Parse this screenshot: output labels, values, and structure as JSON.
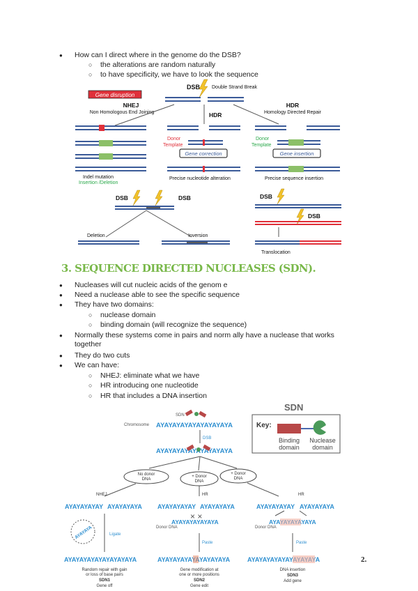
{
  "top_bullets": {
    "q": "How can I direct where in the genome do the DSB?",
    "sub1": "the alterations are random naturally",
    "sub2": "to have specificity, we have to look the sequence"
  },
  "dsb_figure": {
    "gene_disruption": "Gene disruption",
    "dsb": "DSB",
    "double_strand_break": "Double Strand Break",
    "nhej": "NHEJ",
    "nhej_full": "Non Homologous End Joining",
    "hdr": "HDR",
    "hdr_full": "Homology Directed Repair",
    "donor": "Donor",
    "template": "Template",
    "gene_correction": "Gene correction",
    "gene_insertion": "Gene insertion",
    "indel": "Indel mutation",
    "ins_del": "Insertion /Deletion",
    "precise_alt": "Precise nucleotide alteration",
    "precise_ins": "Precise sequence insertion",
    "deletion": "Deletion",
    "inversion": "Inversion",
    "translocation": "Translocation",
    "colors": {
      "blue": "#3a5a98",
      "red": "#e0303a",
      "green": "#8cc068",
      "bolt": "#f2c22a"
    }
  },
  "section": {
    "title": "3. SEQUENCE DIRECTED NUCLEASES (SDN).",
    "b1": "Nucleases will cut nucleic acids of the genom e",
    "b2": "Need a nuclease able to see the specific sequence",
    "b3": "They have two domains:",
    "b3a": "nuclease domain",
    "b3b": "binding domain (will recognize the sequence)",
    "b4": "Normally these systems come in pairs and norm ally have a nuclease that works together",
    "b5": "They do two cuts",
    "b6": "We can have:",
    "b6a": "NHEJ: eliminate what we have",
    "b6b": "HR introducing one nucleotide",
    "b6c": "HR that includes a DNA insertion"
  },
  "sdn_figure": {
    "title": "SDN",
    "key": "Key:",
    "binding1": "Binding",
    "binding2": "domain",
    "nuclease1": "Nuclease",
    "nuclease2": "domain",
    "sdn": "SDN",
    "chromosome": "Chromosome",
    "dsb": "DSB",
    "no_donor1": "No donor",
    "no_donor2": "DNA",
    "plus_donor1": "+ Donor",
    "plus_donor2": "DNA",
    "nhej": "NHEJ",
    "hr": "HR",
    "ligate": "Ligate",
    "paste": "Paste",
    "donor_dna": "Donor DNA",
    "dna_seq_full": "AYAYAYAYAYAYAYAYAYA",
    "dna_seq_half": "AYAYAYAYAY",
    "dna_seq_right": "AYAYAYAYA",
    "dna_seq_donor": "AYAYAYAYAYAYA",
    "c1_l1": "Random repair with gain",
    "c1_l2": "or loss of base pairs",
    "c1_l3": "SDN1",
    "c1_l4": "Gene off",
    "c2_l1": "Gene modification at",
    "c2_l2": "one or more positions",
    "c2_l3": "SDN2",
    "c2_l4": "Gene edit",
    "c3_l1": "DNA insertion",
    "c3_l2": "SDN3",
    "c3_l3": "Add gene",
    "colors": {
      "dna": "#2e8fd0",
      "edit": "#e58a6a",
      "binding": "#b84848",
      "nuclease": "#4a9a5a"
    }
  },
  "page_number": "2."
}
